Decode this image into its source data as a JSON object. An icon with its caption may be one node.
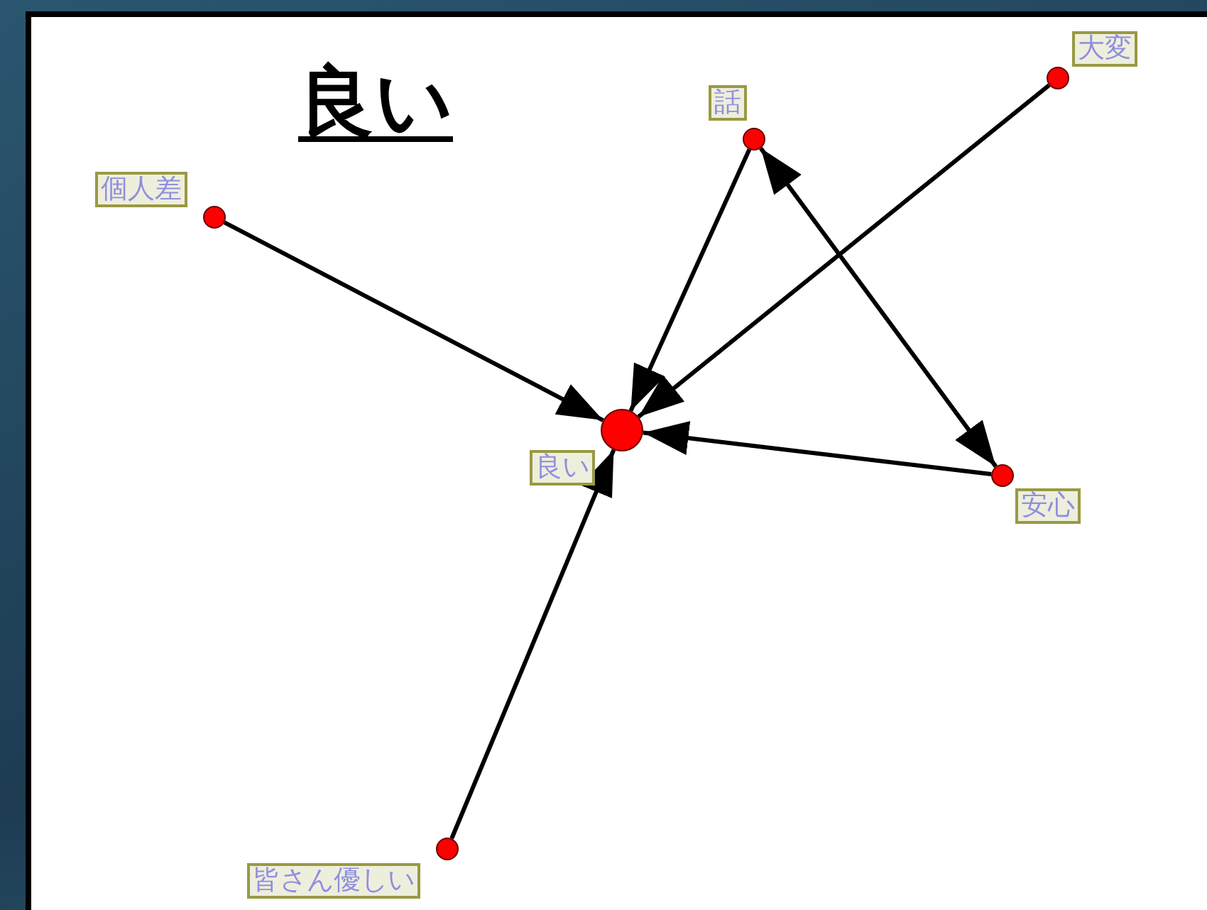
{
  "diagram": {
    "title": "良い",
    "nodes": [
      {
        "text": [],
        "shape": "circle",
        "beside": [
          "大変"
        ]
      },
      {
        "text": [],
        "shape": "circle",
        "beside": [
          "話"
        ]
      },
      {
        "text": [],
        "shape": "circle",
        "beside": [
          "個人差"
        ]
      },
      {
        "text": [],
        "shape": "circle",
        "beside": [
          "良い"
        ]
      },
      {
        "text": [],
        "shape": "circle",
        "beside": [
          "安心"
        ]
      },
      {
        "text": [],
        "shape": "circle",
        "beside": [
          "皆さん優しい"
        ]
      }
    ],
    "edges": [
      {
        "from": 2,
        "to": 3,
        "arrow": "to"
      },
      {
        "from": 1,
        "to": 3,
        "arrow": "to"
      },
      {
        "from": 0,
        "to": 3,
        "arrow": "to"
      },
      {
        "from": 4,
        "to": 3,
        "arrow": "to"
      },
      {
        "from": 5,
        "to": 3,
        "arrow": "to"
      },
      {
        "from": 1,
        "to": 4,
        "arrow": "both"
      }
    ]
  }
}
